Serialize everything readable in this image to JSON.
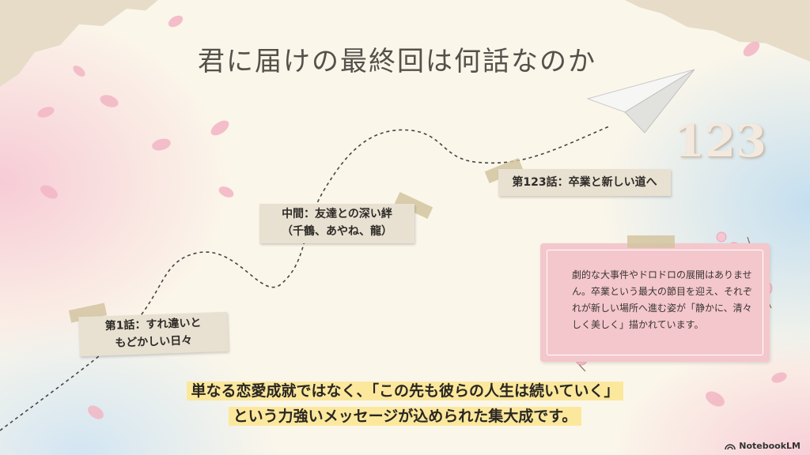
{
  "slide": {
    "title": "君に届けの最終回は何話なのか",
    "big_number": "123",
    "milestones": [
      {
        "label": "第1話：すれ違いと\nもどかしい日々"
      },
      {
        "label": "中間：友達との深い絆\n（千鶴、あやね、龍）"
      },
      {
        "label": "第123話：卒業と新しい道へ"
      }
    ],
    "note_text": "劇的な大事件やドロドロの展開はありません。卒業という最大の節目を迎え、それぞれが新しい場所へ進む姿が「静かに、清々しく美しく」描かれています。",
    "message_line1": "単なる恋愛成就ではなく、「この先も彼らの人生は続いていく」",
    "message_line2": "という力強いメッセージが込められた集大成です。",
    "brand": "NotebookLM",
    "icons": [
      "paper-airplane-icon",
      "cherry-blossom-icon",
      "notebooklm-logo-icon"
    ]
  },
  "colors": {
    "background": "#fbf6ea",
    "note_pink": "#f4c7cc",
    "highlight": "#fbe89d",
    "tag": "#e8e1d2",
    "petal": "#f2b8c6"
  }
}
